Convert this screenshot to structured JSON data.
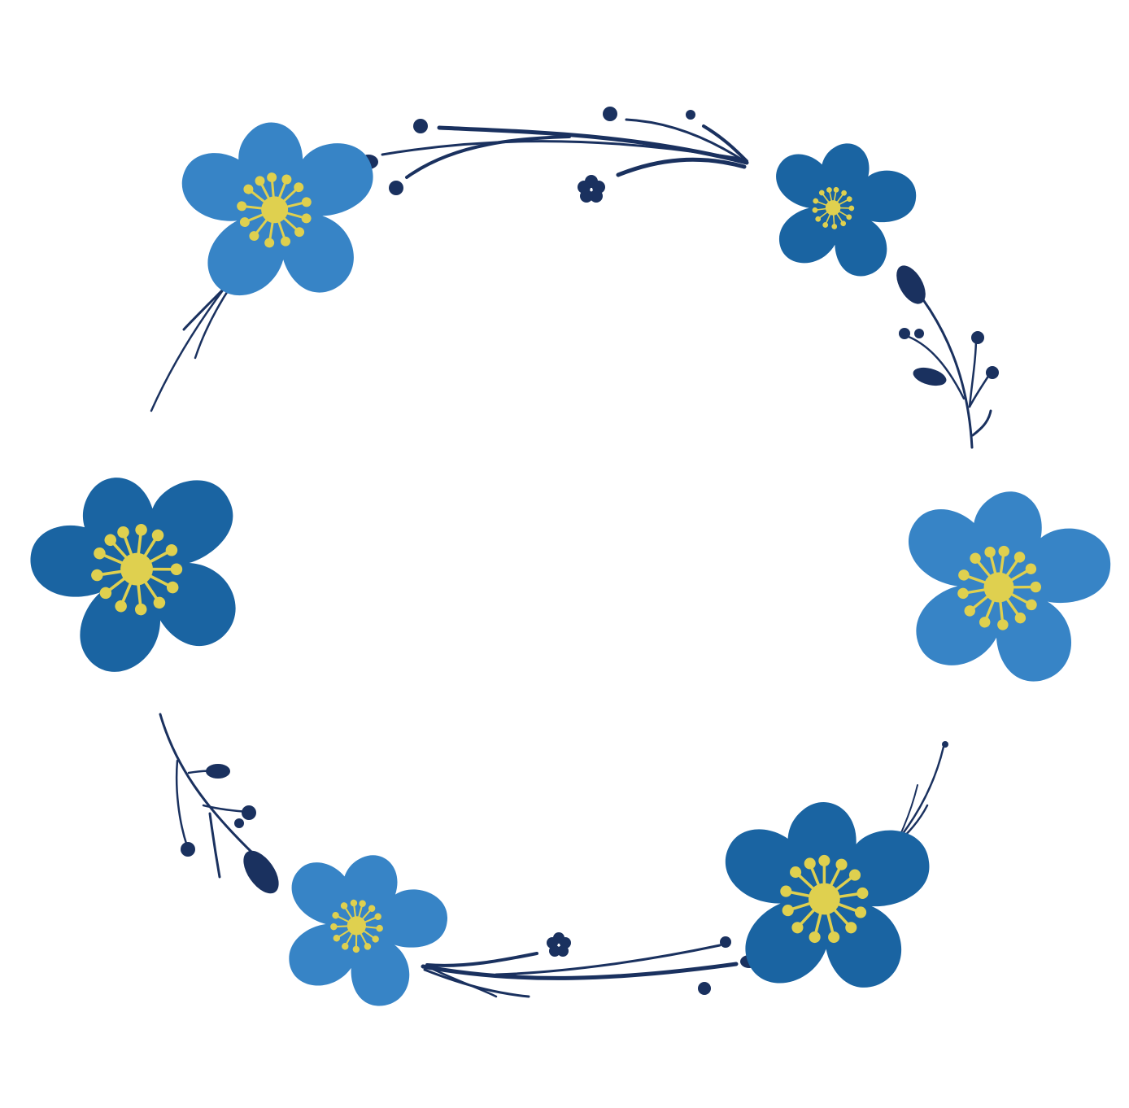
{
  "illustration": {
    "subject": "floral-wreath",
    "background": "#ffffff",
    "colors": {
      "petal_light": "#3784c6",
      "petal_dark": "#1a64a2",
      "center": "#dfd04f",
      "foliage": "#1a315f"
    },
    "flowers": [
      {
        "name": "flower-top-left",
        "tone": "light"
      },
      {
        "name": "flower-top-right",
        "tone": "dark"
      },
      {
        "name": "flower-left",
        "tone": "dark"
      },
      {
        "name": "flower-right",
        "tone": "light"
      },
      {
        "name": "flower-bottom-left",
        "tone": "light"
      },
      {
        "name": "flower-bottom-right",
        "tone": "dark"
      }
    ]
  }
}
